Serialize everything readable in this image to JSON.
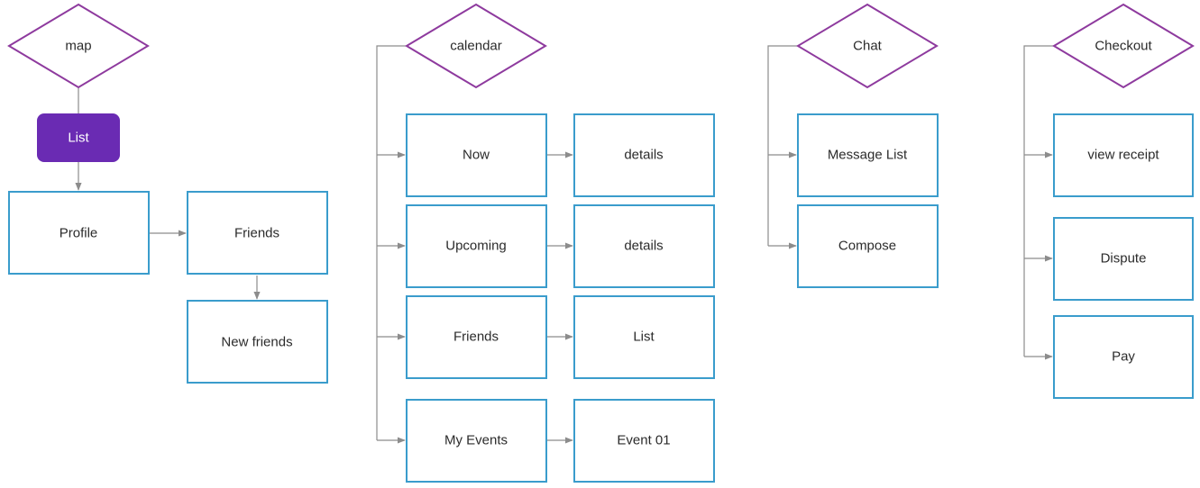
{
  "colors": {
    "decision_border": "#8e3a9e",
    "process_border": "#3a9ccc",
    "highlight_fill": "#6a2bb3",
    "connector": "#8c8c8c",
    "text": "#2b2b2b"
  },
  "flows": [
    {
      "root": "map",
      "nodes": [
        "List",
        "Profile",
        "Friends",
        "New friends"
      ]
    },
    {
      "root": "calendar",
      "rows": [
        {
          "item": "Now",
          "detail": "details"
        },
        {
          "item": "Upcoming",
          "detail": "details"
        },
        {
          "item": "Friends",
          "detail": "List"
        },
        {
          "item": "My Events",
          "detail": "Event 01"
        }
      ]
    },
    {
      "root": "Chat",
      "items": [
        "Message List",
        "Compose"
      ]
    },
    {
      "root": "Checkout",
      "items": [
        "view receipt",
        "Dispute",
        "Pay"
      ]
    }
  ]
}
